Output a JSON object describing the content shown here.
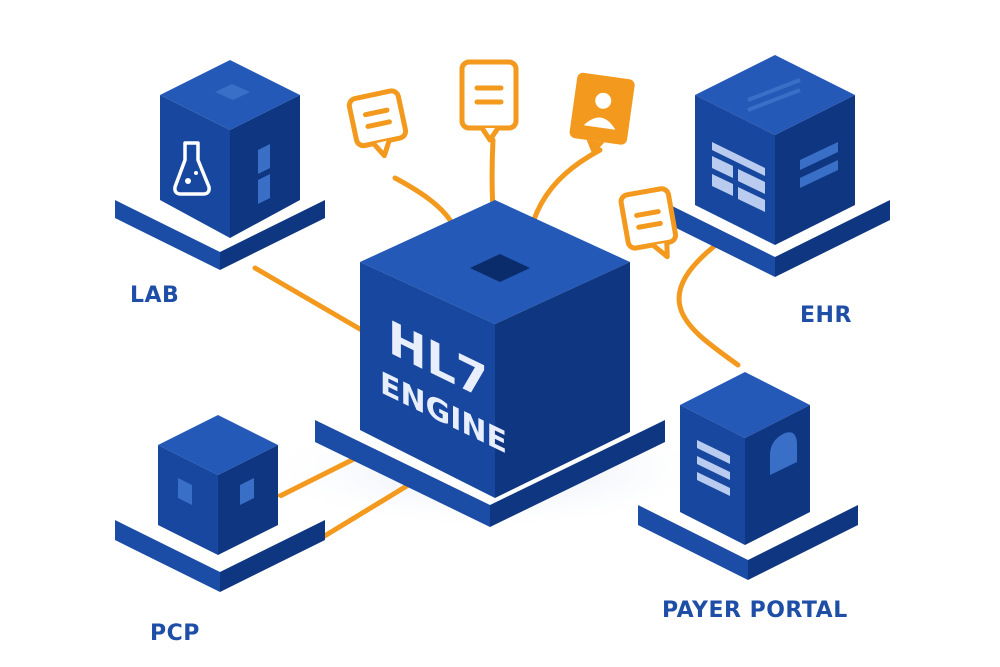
{
  "diagram": {
    "engine": {
      "line1": "HL7",
      "line2": "ENGINE"
    },
    "nodes": {
      "lab": {
        "label": "LAB",
        "icon": "flask-icon"
      },
      "ehr": {
        "label": "EHR",
        "icon": "document-grid-icon"
      },
      "pcp": {
        "label": "PCP",
        "icon": "windows-icon"
      },
      "payer": {
        "label": "PAYER PORTAL",
        "icon": "document-lines-icon"
      }
    },
    "messages": [
      {
        "icon": "message-lines-icon"
      },
      {
        "icon": "message-lines-icon"
      },
      {
        "icon": "user-card-icon"
      },
      {
        "icon": "message-lines-icon"
      }
    ],
    "colors": {
      "box_front": "#17479e",
      "box_side": "#0f3680",
      "box_top": "#2459b8",
      "base_top": "#ffffff",
      "base_side": "#1b4ca6",
      "connector": "#f39a1e",
      "label": "#1f4ea6"
    }
  }
}
